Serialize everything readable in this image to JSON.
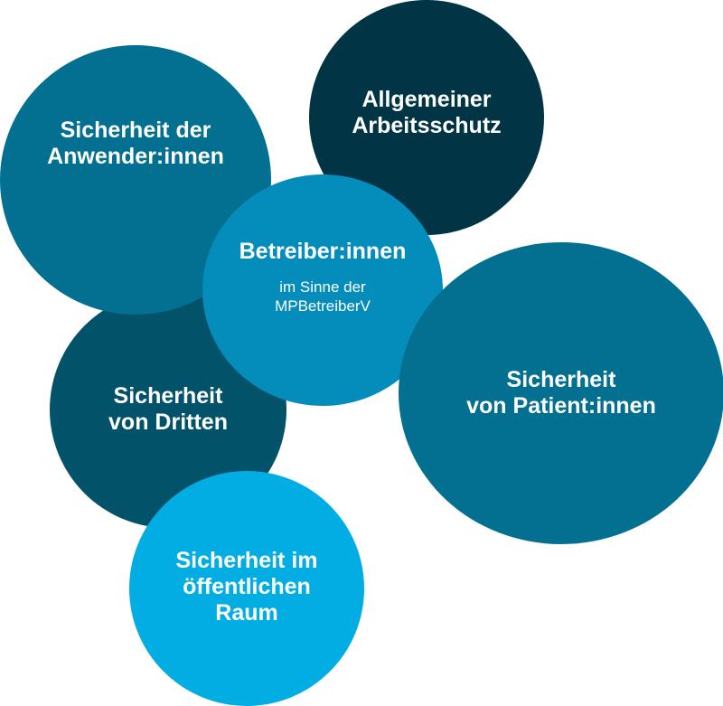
{
  "diagram": {
    "circles": [
      {
        "id": "anwender",
        "title": "Sicherheit der\nAnwender:innen",
        "color": "#036f91"
      },
      {
        "id": "arbeitsschutz",
        "title": "Allgemeiner\nArbeitsschutz",
        "color": "#013545"
      },
      {
        "id": "dritten",
        "title": "Sicherheit\nvon Dritten",
        "color": "#02526a"
      },
      {
        "id": "betreiber",
        "title": "Betreiber:innen",
        "subtitle": "im Sinne der\nMPBetreiberV",
        "color": "#048cba"
      },
      {
        "id": "patient",
        "title": "Sicherheit\nvon Patient:innen",
        "color": "#036f91"
      },
      {
        "id": "oeffentlich",
        "title": "Sicherheit im\nöffentlichen\nRaum",
        "color": "#01ade2"
      }
    ]
  }
}
